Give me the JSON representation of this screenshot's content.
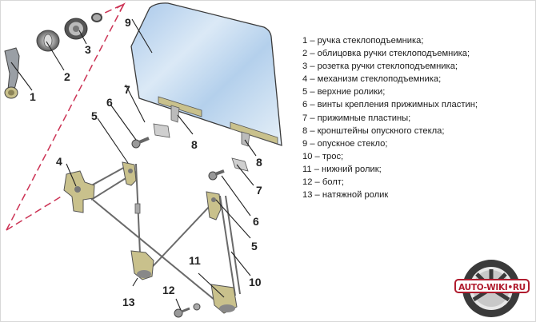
{
  "diagram": {
    "callouts": [
      "1",
      "2",
      "3",
      "4",
      "5",
      "6",
      "7",
      "8",
      "9",
      "10",
      "11",
      "12",
      "13"
    ],
    "labels_on_drawing": {
      "n1": "1",
      "n2": "2",
      "n3": "3",
      "n4": "4",
      "n5a": "5",
      "n5b": "5",
      "n6a": "6",
      "n6b": "6",
      "n7a": "7",
      "n7b": "7",
      "n8a": "8",
      "n8b": "8",
      "n9": "9",
      "n10": "10",
      "n11": "11",
      "n12": "12",
      "n13": "13"
    },
    "colors": {
      "glass": "#b9d4ec",
      "bracket": "#c9c18c",
      "cable": "#6a6a6a",
      "dashed_line": "#cc3355"
    }
  },
  "legend": {
    "items": [
      "1 – ручка стеклоподъемника;",
      "2 – облицовка ручки стеклоподъемника;",
      "3 – розетка ручки стеклоподъемника;",
      "4 – механизм стеклоподъемника;",
      "5 – верхние ролики;",
      "6 – винты крепления прижимных пластин;",
      "7 – прижимные пластины;",
      "8 – кронштейны опускного стекла;",
      "9 – опускное стекло;",
      "10 – трос;",
      "11 – нижний ролик;",
      "12 – болт;",
      "13 – натяжной ролик"
    ]
  },
  "watermark": {
    "text": "AUTO-WIKI•RU",
    "color": "#b01c2e"
  }
}
